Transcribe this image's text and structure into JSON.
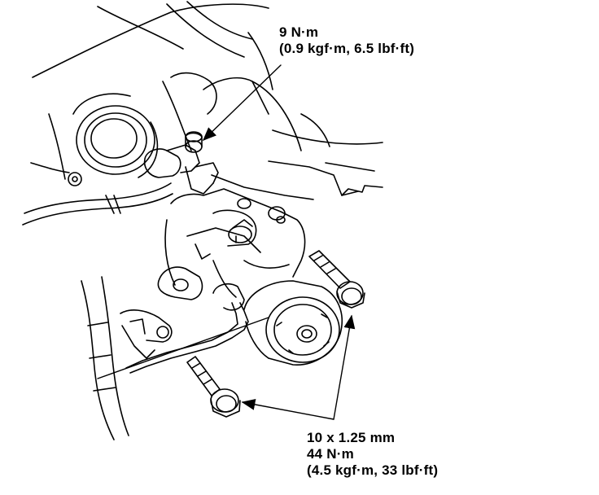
{
  "callouts": {
    "upper_bolt": {
      "torque_nm": "9 N·m",
      "torque_alt": "(0.9 kgf·m, 6.5 lbf·ft)"
    },
    "mounting_bolts": {
      "size": "10 x 1.25 mm",
      "torque_nm": "44 N·m",
      "torque_alt": "(4.5 kgf·m, 33 lbf·ft)"
    }
  }
}
